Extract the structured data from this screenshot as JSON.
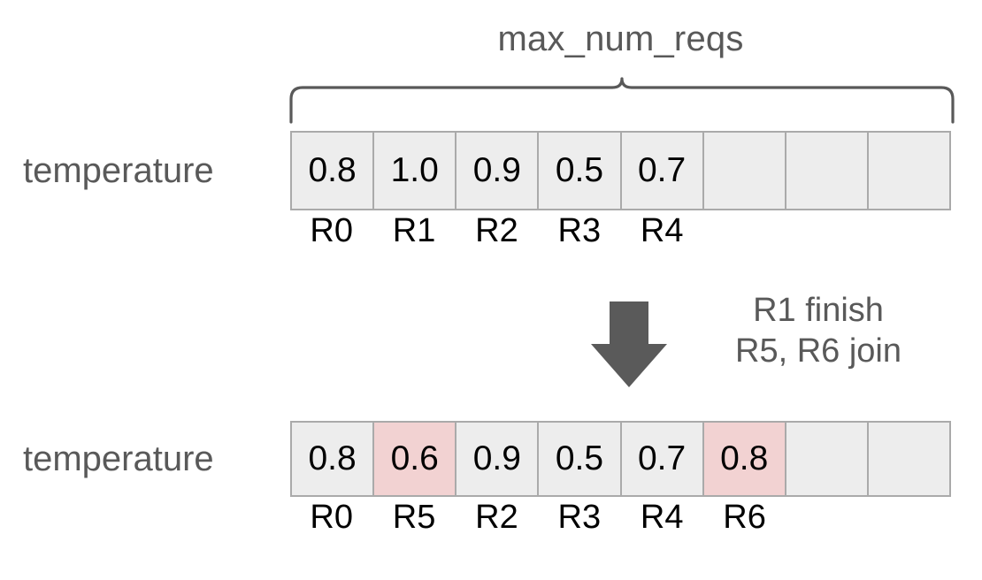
{
  "diagram": {
    "brace_caption": "max_num_reqs",
    "transition_note": {
      "line1": "R1 finish",
      "line2": "R5, R6 join"
    },
    "colors": {
      "cell_fill": "#ededed",
      "cell_border": "#aaaaaa",
      "highlight_fill": "#f2d2d2",
      "label_text": "#595959",
      "value_text": "#000000",
      "arrow_fill": "#5a5a5a",
      "brace_stroke": "#595959",
      "background": "#ffffff"
    },
    "rows": [
      {
        "id": "before",
        "label": "temperature",
        "slot_count": 8,
        "cells": [
          {
            "value": "0.8",
            "tag": "R0",
            "highlight": false,
            "empty": false
          },
          {
            "value": "1.0",
            "tag": "R1",
            "highlight": false,
            "empty": false
          },
          {
            "value": "0.9",
            "tag": "R2",
            "highlight": false,
            "empty": false
          },
          {
            "value": "0.5",
            "tag": "R3",
            "highlight": false,
            "empty": false
          },
          {
            "value": "0.7",
            "tag": "R4",
            "highlight": false,
            "empty": false
          },
          {
            "value": "",
            "tag": "",
            "highlight": false,
            "empty": true
          },
          {
            "value": "",
            "tag": "",
            "highlight": false,
            "empty": true
          },
          {
            "value": "",
            "tag": "",
            "highlight": false,
            "empty": true
          }
        ]
      },
      {
        "id": "after",
        "label": "temperature",
        "slot_count": 8,
        "cells": [
          {
            "value": "0.8",
            "tag": "R0",
            "highlight": false,
            "empty": false
          },
          {
            "value": "0.6",
            "tag": "R5",
            "highlight": true,
            "empty": false
          },
          {
            "value": "0.9",
            "tag": "R2",
            "highlight": false,
            "empty": false
          },
          {
            "value": "0.5",
            "tag": "R3",
            "highlight": false,
            "empty": false
          },
          {
            "value": "0.7",
            "tag": "R4",
            "highlight": false,
            "empty": false
          },
          {
            "value": "0.8",
            "tag": "R6",
            "highlight": true,
            "empty": false
          },
          {
            "value": "",
            "tag": "",
            "highlight": false,
            "empty": true
          },
          {
            "value": "",
            "tag": "",
            "highlight": false,
            "empty": true
          }
        ]
      }
    ],
    "icons": {
      "arrow": "arrow-down-icon",
      "brace": "curly-brace-icon"
    }
  }
}
